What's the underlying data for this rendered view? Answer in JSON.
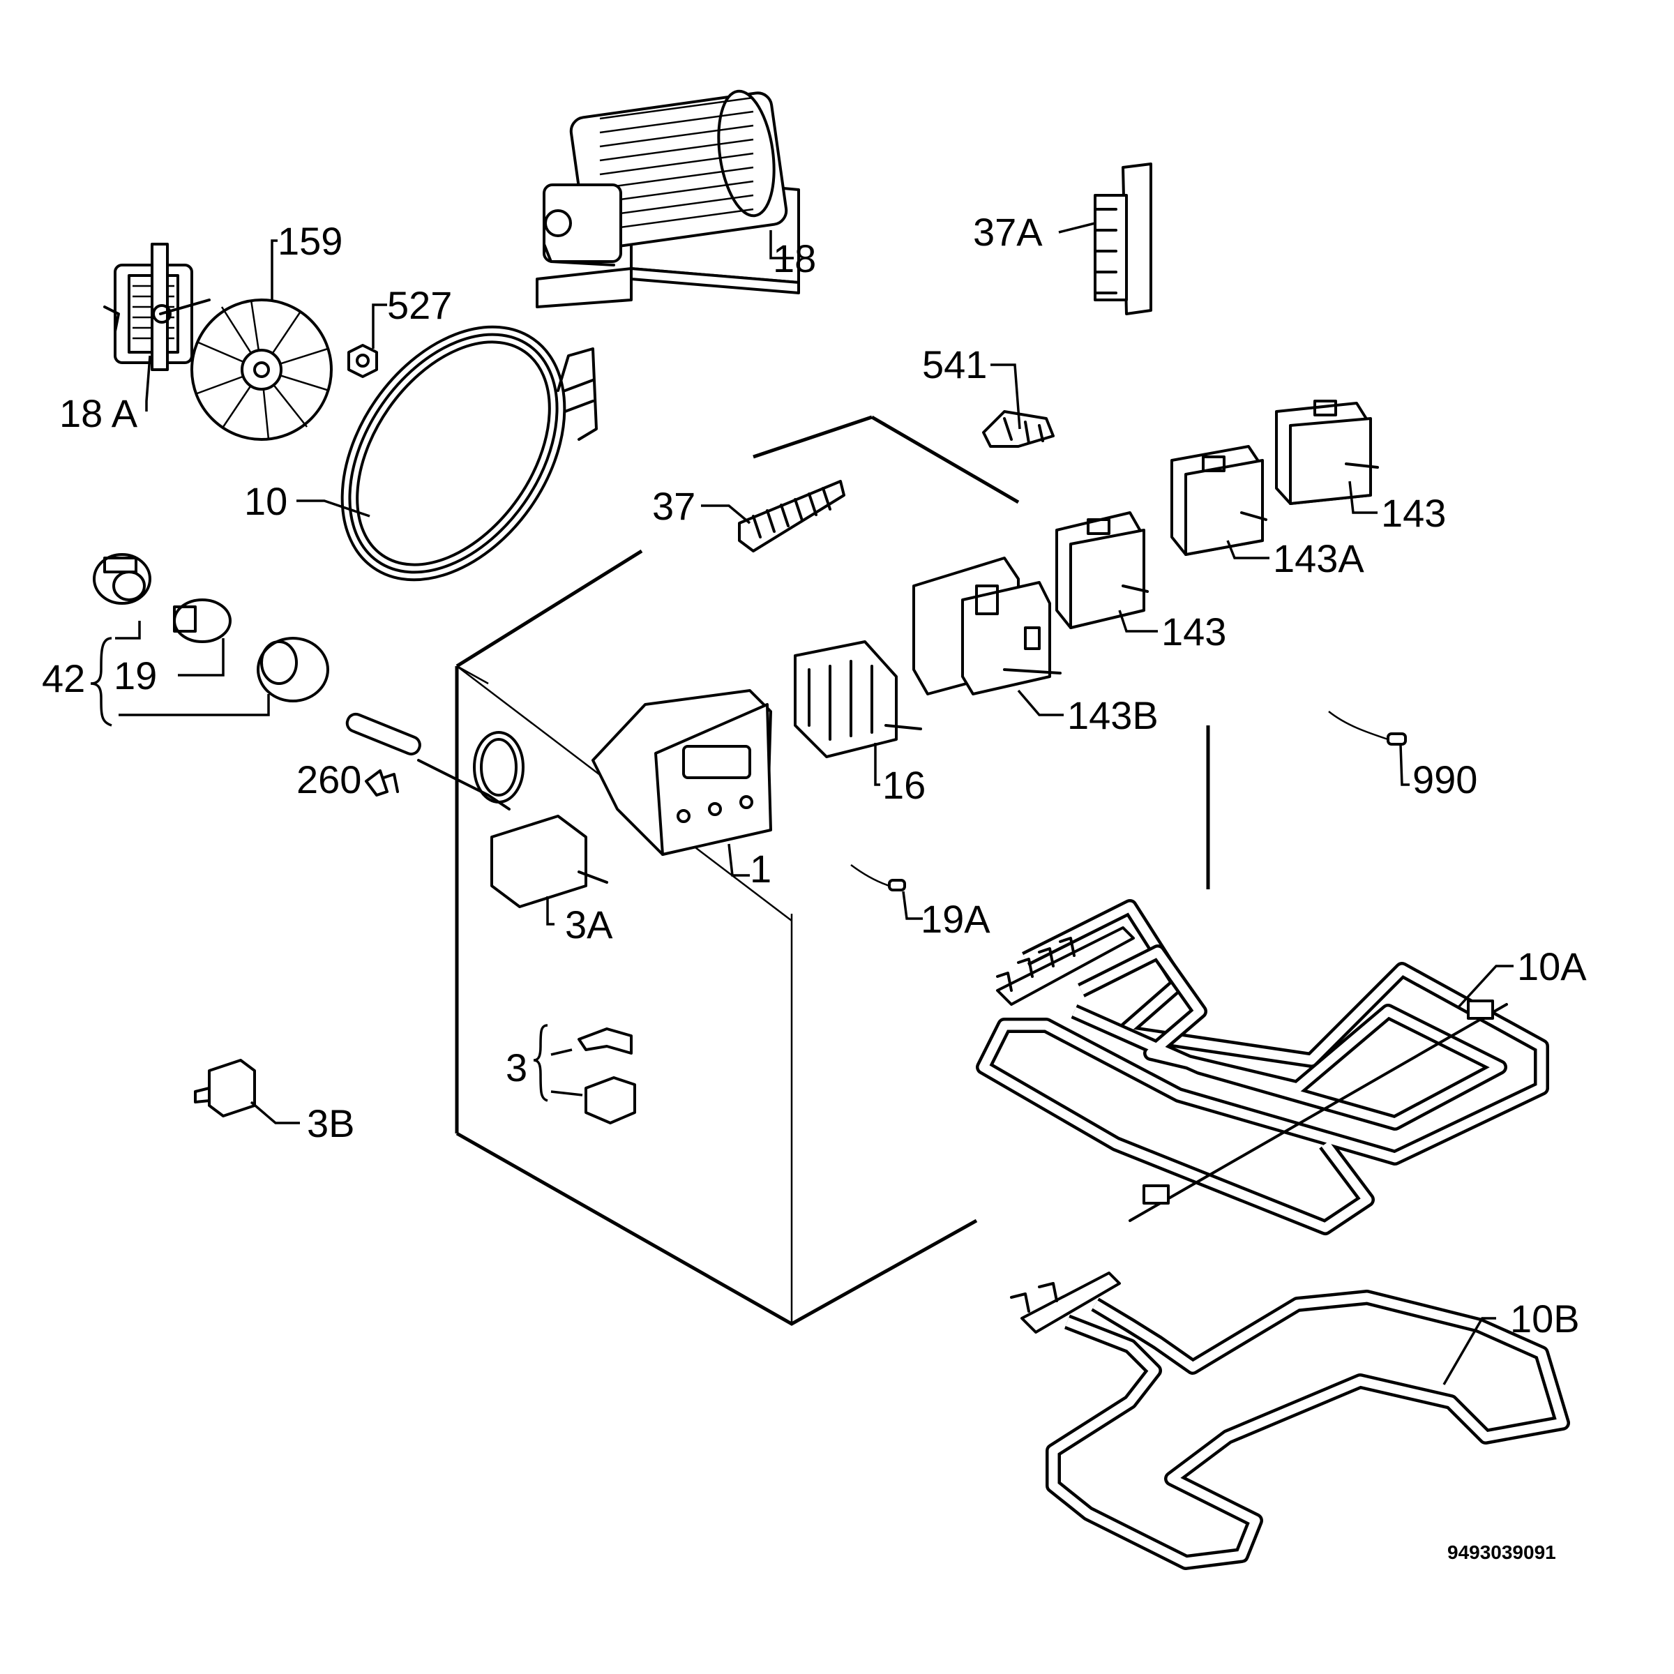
{
  "labels": {
    "p159": "159",
    "p527": "527",
    "p18": "18",
    "p18a": "18 A",
    "p37a": "37A",
    "p541": "541",
    "p10": "10",
    "p37": "37",
    "p143_top": "143",
    "p143a": "143A",
    "p143_mid": "143",
    "p143b": "143B",
    "p42": "42",
    "p19": "19",
    "p260": "260",
    "p16": "16",
    "p990": "990",
    "p1": "1",
    "p3a": "3A",
    "p19a": "19A",
    "p10a": "10A",
    "p3": "3",
    "p3b": "3B",
    "p10b": "10B"
  },
  "document_id": "9493039091",
  "colors": {
    "line": "#000000",
    "background": "#ffffff"
  }
}
